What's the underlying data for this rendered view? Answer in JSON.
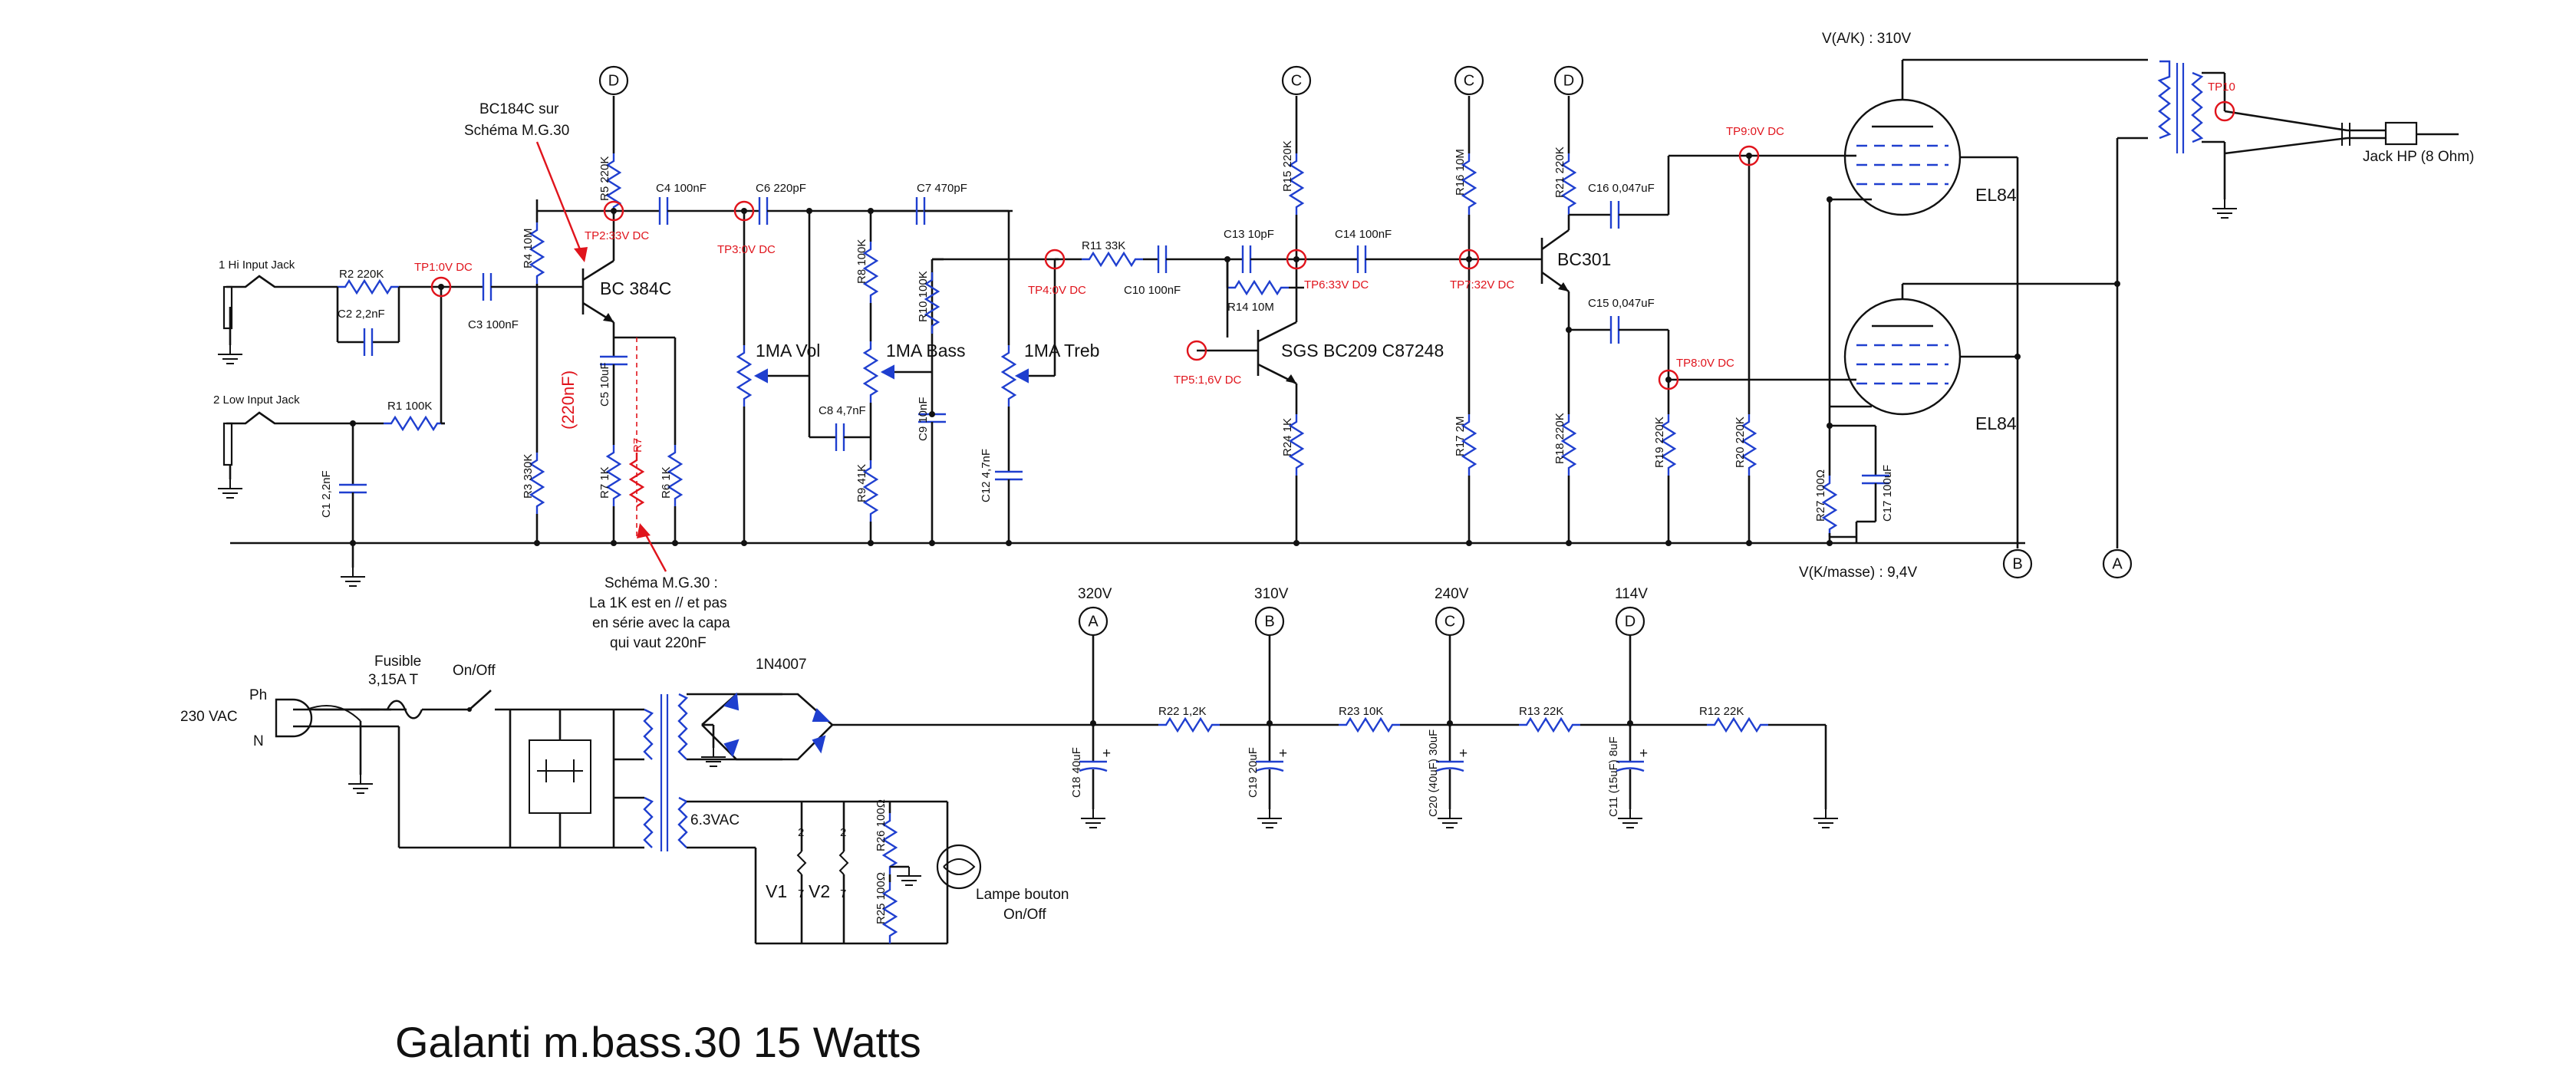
{
  "title": "Galanti m.bass.30 15 Watts",
  "inputs": {
    "hi": "1 Hi Input Jack",
    "low": "2 Low Input Jack"
  },
  "transistors": {
    "t1": "BC 384C",
    "t2": "SGS BC209 C87248",
    "t3": "BC301"
  },
  "note_top": [
    "BC184C sur",
    "Schéma M.G.30"
  ],
  "note_bottom": [
    "Schéma M.G.30 :",
    "La 1K est en // et pas",
    "en série avec la capa",
    "qui vaut 220nF"
  ],
  "red_value": "(220nF)",
  "test_points": {
    "tp1": "TP1:0V DC",
    "tp2": "TP2:33V DC",
    "tp3": "TP3:0V DC",
    "tp4": "TP4:0V DC",
    "tp5": "TP5:1,6V DC",
    "tp6": "TP6:33V DC",
    "tp7": "TP7:32V DC",
    "tp8": "TP8:0V DC",
    "tp9": "TP9:0V DC",
    "tp10": "TP10",
    "r7": "R7"
  },
  "pots": {
    "vol": "1MA Vol",
    "bass": "1MA Bass",
    "treb": "1MA Treb"
  },
  "components": {
    "r1": "R1 100K",
    "r2": "R2 220K",
    "r3": "R3 330K",
    "r4": "R4 10M",
    "r5": "R5 220K",
    "r6": "R6 1K",
    "r7": "R7 1K",
    "r8": "R8 100K",
    "r9": "R9 41K",
    "r10": "R10 100K",
    "r11": "R11 33K",
    "r12": "R12 22K",
    "r13": "R13 22K",
    "r14": "R14 10M",
    "r15": "R15 220K",
    "r16": "R16 10M",
    "r17": "R17 2M",
    "r18": "R18 220K",
    "r19": "R19 220K",
    "r20": "R20 220K",
    "r21": "R21 220K",
    "r22": "R22 1,2K",
    "r23": "R23 10K",
    "r24": "R24 1K",
    "r25": "R25 100Ω",
    "r26": "R26 100Ω",
    "r27": "R27 100Ω",
    "c1": "C1 2,2nF",
    "c2": "C2 2,2nF",
    "c3": "C3 100nF",
    "c4": "C4 100nF",
    "c5": "C5 10uF",
    "c6": "C6 220pF",
    "c7": "C7 470pF",
    "c8": "C8 4,7nF",
    "c9": "C9 10nF",
    "c10": "C10 100nF",
    "c11": "C11 (15uF) 8uF",
    "c12": "C12 4,7nF",
    "c13": "C13 10pF",
    "c14": "C14 100nF",
    "c15": "C15 0,047uF",
    "c16": "C16 0,047uF",
    "c17": "C17 100uF",
    "c18": "C18 40uF",
    "c19": "C19 20uF",
    "c20": "C20 (40uF) 30uF"
  },
  "tubes": {
    "v1_label": "EL84",
    "v2_label": "EL84",
    "v_ak": "V(A/K) : 310V",
    "v_kmasse": "V(K/masse) : 9,4V"
  },
  "output": {
    "jack": "Jack HP (8 Ohm)"
  },
  "supply_nodes": {
    "a": "A",
    "b": "B",
    "c": "C",
    "d": "D",
    "va": "320V",
    "vb": "310V",
    "vc": "240V",
    "vd": "114V"
  },
  "power": {
    "mains": "230 VAC",
    "ph": "Ph",
    "n": "N",
    "fuse": [
      "Fusible",
      "3,15A T"
    ],
    "switch": "On/Off",
    "diode": "1N4007",
    "heater": "6.3VAC",
    "v1": "V1",
    "v2": "V2",
    "pin": "2",
    "pin2": "7",
    "lamp": [
      "Lampe bouton",
      "On/Off"
    ]
  }
}
